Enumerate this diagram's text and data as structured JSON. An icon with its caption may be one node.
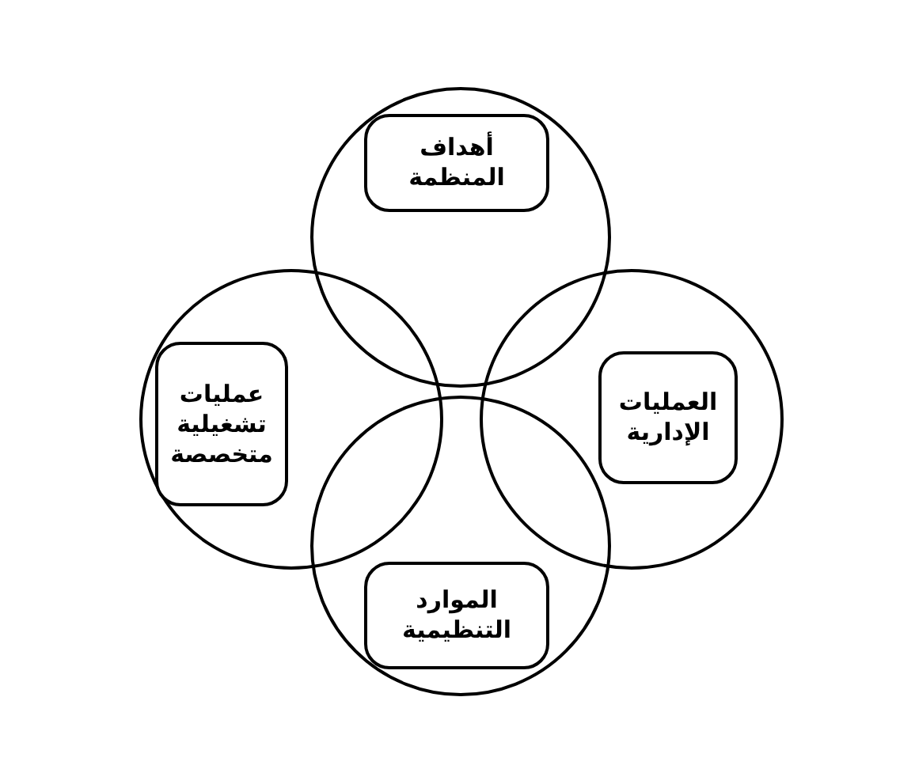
{
  "diagram": {
    "nodes": [
      {
        "text": [],
        "shape": "circle"
      },
      {
        "text": [
          "أهداف المنظمة"
        ],
        "in": 0
      },
      {
        "text": [],
        "shape": "circle"
      },
      {
        "text": [
          "العمليات الإدارية"
        ],
        "in": 2
      },
      {
        "text": [],
        "shape": "circle"
      },
      {
        "text": [
          "عمليات تشغيلية متخصصة"
        ],
        "in": 4
      },
      {
        "text": [],
        "shape": "circle"
      },
      {
        "text": [
          "الموارد التنظيمية"
        ],
        "in": 6
      }
    ]
  }
}
